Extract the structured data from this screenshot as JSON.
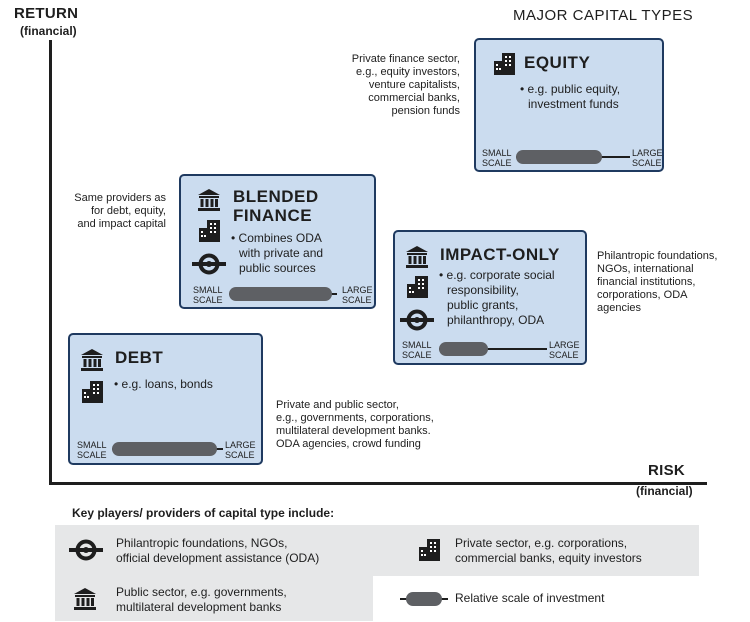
{
  "axes": {
    "y_title": "RETURN",
    "y_sub": "(financial)",
    "x_title": "RISK",
    "x_sub": "(financial)"
  },
  "header": {
    "title": "MAJOR CAPITAL TYPES"
  },
  "scale_labels": {
    "small": [
      "SMALL",
      "SCALE"
    ],
    "large": [
      "LARGE",
      "SCALE"
    ]
  },
  "boxes": {
    "equity": {
      "title": "EQUITY",
      "desc": [
        "• e.g. public equity,",
        "investment funds"
      ],
      "pill": [
        0.0,
        0.75
      ]
    },
    "blended": {
      "title": [
        "BLENDED",
        "FINANCE"
      ],
      "desc": [
        "• Combines ODA",
        "with private and",
        "public sources"
      ],
      "pill": [
        0.0,
        0.95
      ]
    },
    "impact": {
      "title": "IMPACT-ONLY",
      "desc": [
        "• e.g. corporate social",
        "responsibility,",
        "public grants,",
        "philanthropy, ODA"
      ],
      "pill": [
        0.0,
        0.45
      ]
    },
    "debt": {
      "title": "DEBT",
      "desc": [
        "• e.g. loans, bonds"
      ],
      "pill": [
        0.0,
        0.95
      ]
    }
  },
  "notes": {
    "equity": [
      "Private finance sector,",
      "e.g., equity investors,",
      "venture capitalists,",
      "commercial banks,",
      "pension funds"
    ],
    "blended": [
      "Same providers as",
      "for debt, equity,",
      "and impact capital"
    ],
    "impact": [
      "Philantropic foundations,",
      "NGOs, international",
      "financial institutions,",
      "corporations, ODA",
      "agencies"
    ],
    "debt": [
      "Private and public sector,",
      "e.g., governments, corporations,",
      "multilateral development banks.",
      "ODA agencies, crowd funding"
    ]
  },
  "key": {
    "title": "Key players/ providers of capital type include:",
    "philanthropic": [
      "Philantropic foundations, NGOs,",
      "official development assistance (ODA)"
    ],
    "private": [
      "Private sector, e.g. corporations,",
      "commercial banks, equity investors"
    ],
    "public": [
      "Public sector, e.g. governments,",
      "multilateral development banks"
    ],
    "scale": "Relative scale of investment"
  },
  "colors": {
    "box_fill": "#cbdcef",
    "box_border": "#1f3a60",
    "pill": "#5e6064",
    "key_panel": "#e6e7e8"
  },
  "icons": [
    "bank-icon",
    "office-building-icon",
    "philanthropy-icon"
  ]
}
